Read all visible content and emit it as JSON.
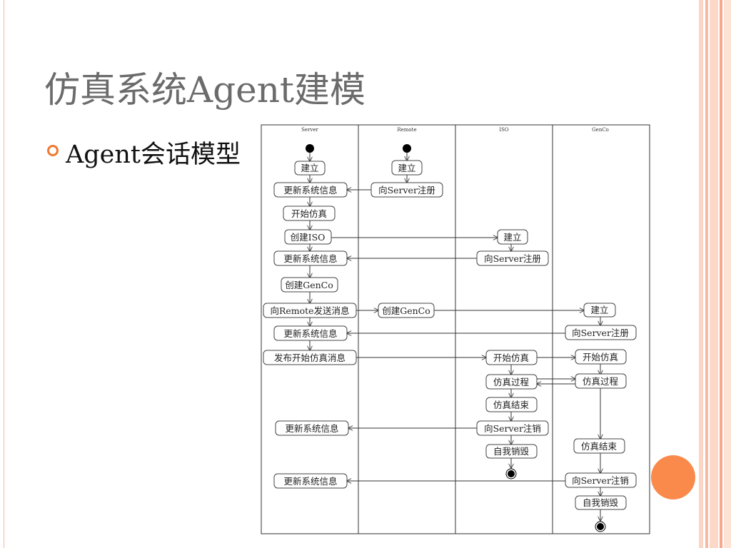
{
  "slide": {
    "title": "仿真系统Agent建模",
    "bullet": "Agent会话模型"
  },
  "diagram": {
    "lanes": [
      "Server",
      "Remote",
      "ISO",
      "GenCo"
    ],
    "nodes": {
      "s_build": "建立",
      "s_update1": "更新系统信息",
      "s_start": "开始仿真",
      "s_create_iso": "创建ISO",
      "s_update2": "更新系统信息",
      "s_create_genco": "创建GenCo",
      "s_send_remote": "向Remote发送消息",
      "s_update3": "更新系统信息",
      "s_publish": "发布开始仿真消息",
      "s_update4": "更新系统信息",
      "s_update5": "更新系统信息",
      "r_build": "建立",
      "r_register": "向Server注册",
      "r_create_genco": "创建GenCo",
      "i_build": "建立",
      "i_register": "向Server注册",
      "i_start": "开始仿真",
      "i_process": "仿真过程",
      "i_end": "仿真结束",
      "i_unregister": "向Server注销",
      "i_destroy": "自我销毁",
      "g_build": "建立",
      "g_register": "向Server注册",
      "g_start": "开始仿真",
      "g_process": "仿真过程",
      "g_end": "仿真结束",
      "g_unregister": "向Server注销",
      "g_destroy": "自我销毁"
    }
  }
}
